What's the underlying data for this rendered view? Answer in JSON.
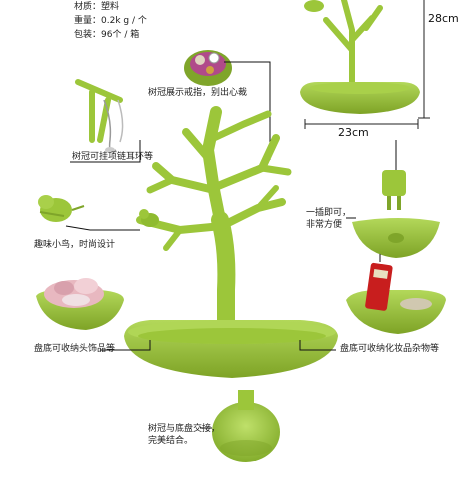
{
  "specs": {
    "material": "材质：塑料",
    "weight": "重量：0.2k g / 个",
    "packing": "包装：96个 / 箱"
  },
  "dimensions": {
    "height": "28cm",
    "width": "23cm"
  },
  "callouts": {
    "ring": "树冠展示戒指，别出心裁",
    "necklace": "树冠可挂项链耳环等",
    "bird": "趣味小鸟，时尚设计",
    "plug_line1": "一插即可，",
    "plug_line2": "非常方便",
    "tray_left": "盘底可收纳头饰品等",
    "tray_right": "盘底可收纳化妆品杂物等",
    "base_line1": "树冠与底盘交接，",
    "base_line2": "完美结合。"
  },
  "colors": {
    "product_green": "#9cc63a",
    "product_green_dark": "#7fa52a",
    "cosmetic_red": "#c81e1e"
  }
}
